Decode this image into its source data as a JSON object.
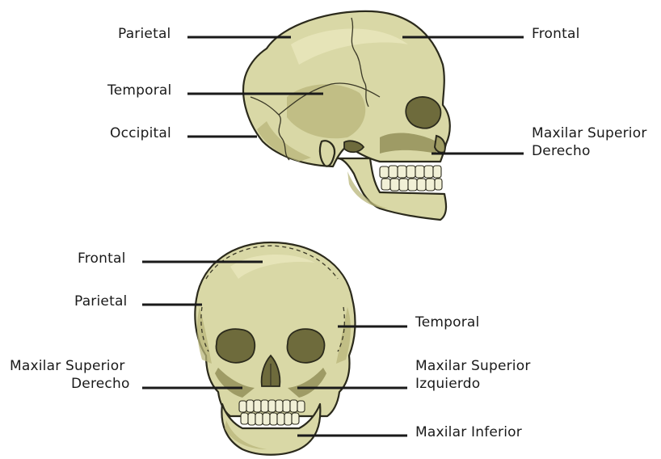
{
  "lateral_view": {
    "labels": {
      "parietal": "Parietal",
      "temporal": "Temporal",
      "occipital": "Occipital",
      "frontal": "Frontal",
      "maxilar_superior_derecho_line1": "Maxilar Superior",
      "maxilar_superior_derecho_line2": "Derecho"
    }
  },
  "frontal_view": {
    "labels": {
      "frontal": "Frontal",
      "parietal": "Parietal",
      "temporal": "Temporal",
      "maxilar_superior_derecho_line1": "Maxilar Superior",
      "maxilar_superior_derecho_line2": "Derecho",
      "maxilar_superior_izquierdo_line1": "Maxilar Superior",
      "maxilar_superior_izquierdo_line2": "Izquierdo",
      "maxilar_inferior": "Maxilar Inferior"
    }
  },
  "colors": {
    "bone": "#d9d8a6",
    "bone_shade": "#b8b67a",
    "outline": "#2b2a1c",
    "label_text": "#1a1a1a"
  }
}
